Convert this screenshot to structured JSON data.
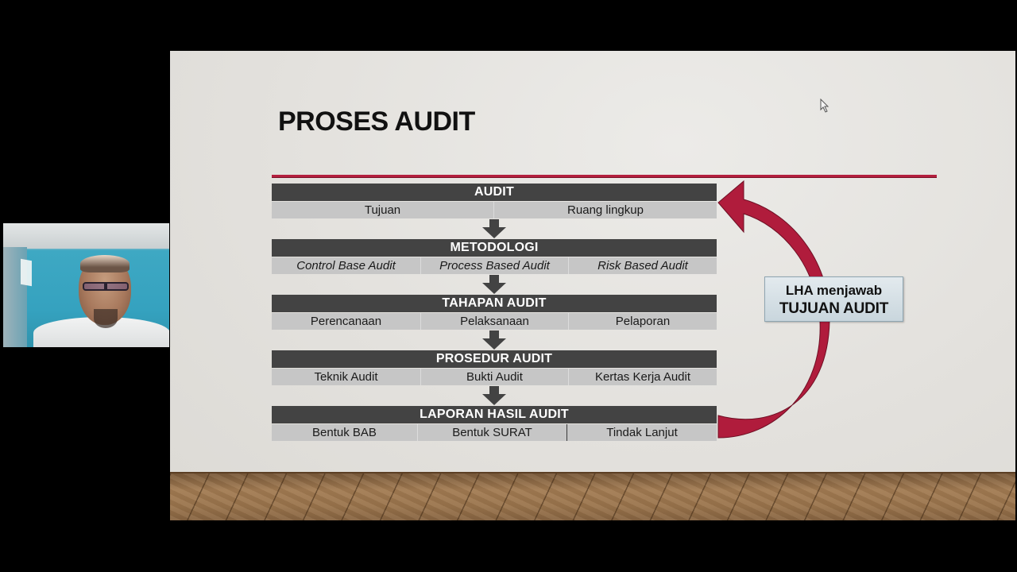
{
  "meeting": {
    "participant_video": {
      "description": "webcam-feed-presenter"
    }
  },
  "slide": {
    "title": "PROSES AUDIT",
    "accent_color": "#b41f3e",
    "band_color": "#434343",
    "cell_color": "#c6c6c6",
    "rows": [
      {
        "header": "AUDIT",
        "cells": [
          "Tujuan",
          "Ruang lingkup"
        ]
      },
      {
        "header": "METODOLOGI",
        "cells": [
          "Control Base Audit",
          "Process Based Audit",
          "Risk Based Audit"
        ]
      },
      {
        "header": "TAHAPAN AUDIT",
        "cells": [
          "Perencanaan",
          "Pelaksanaan",
          "Pelaporan"
        ]
      },
      {
        "header": "PROSEDUR AUDIT",
        "cells": [
          "Teknik Audit",
          "Bukti Audit",
          "Kertas Kerja Audit"
        ]
      },
      {
        "header": "LAPORAN HASIL AUDIT",
        "cells": [
          "Bentuk BAB",
          "Bentuk SURAT",
          "Tindak Lanjut"
        ]
      }
    ],
    "callout": {
      "line1": "LHA menjawab",
      "line2": "TUJUAN AUDIT"
    },
    "icons": {
      "down_arrow": "down-arrow-icon",
      "return_arrow": "curved-return-arrow-icon",
      "cursor": "mouse-pointer-icon"
    }
  }
}
